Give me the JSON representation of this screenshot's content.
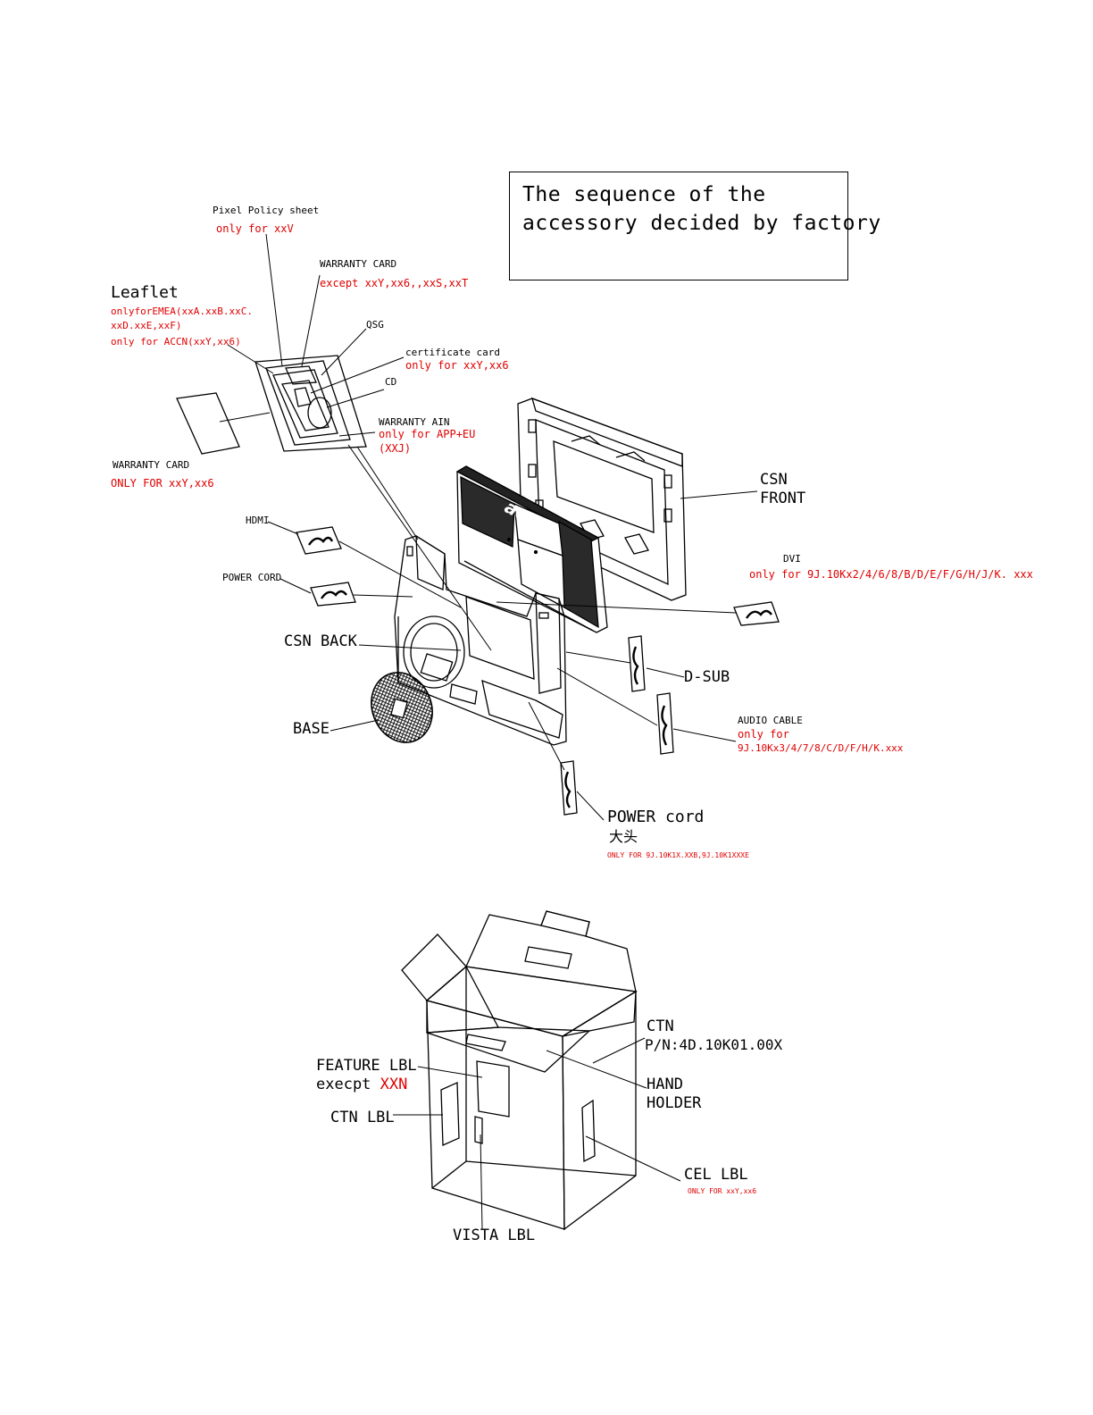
{
  "note": {
    "line1": "The sequence of the",
    "line2": "accessory decided by factory"
  },
  "labels": {
    "pixel_policy": "Pixel Policy sheet",
    "pixel_policy_note": "only for xxV",
    "warranty_card_top": "WARRANTY CARD",
    "warranty_card_top_note": "except xxY,xx6,,xxS,xxT",
    "leaflet": "Leaflet",
    "leaflet_note1": "onlyforEMEA(xxA.xxB.xxC.",
    "leaflet_note2": "xxD.xxE,xxF)",
    "leaflet_note3": "only for ACCN(xxY,xx6)",
    "qsg": "QSG",
    "certificate_card": "certificate card",
    "certificate_card_note": "only for xxY,xx6",
    "cd": "CD",
    "warranty_ain": "WARRANTY AIN",
    "warranty_ain_note1": "only for APP+EU",
    "warranty_ain_note2": "(XXJ)",
    "warranty_card_left": "WARRANTY CARD",
    "warranty_card_left_note": "ONLY FOR xxY,xx6",
    "csn_front1": "CSN",
    "csn_front2": "FRONT",
    "hdmi": "HDMI",
    "power_cord_upper": "POWER CORD",
    "dvi": "DVI",
    "dvi_note": "only for 9J.10Kx2/4/6/8/B/D/E/F/G/H/J/K. xxx",
    "csn_back": "CSN BACK",
    "d_sub": "D-SUB",
    "base": "BASE",
    "audio_cable": "AUDIO CABLE",
    "audio_cable_note1": "only for",
    "audio_cable_note2": "9J.10Kx3/4/7/8/C/D/F/H/K.xxx",
    "power_cord_lower": "POWER cord",
    "power_cord_lower_cn": "大头",
    "power_cord_lower_note": "ONLY FOR 9J.10K1X.XXB,9J.10K1XXXE",
    "ctn1": "CTN",
    "ctn2": "P/N:4D.10K01.00X",
    "feature_lbl": "FEATURE LBL",
    "feature_lbl_note_prefix": "execpt",
    "feature_lbl_note_red": "XXN",
    "hand_holder1": "HAND",
    "hand_holder2": "HOLDER",
    "ctn_lbl": "CTN LBL",
    "cel_lbl": "CEL LBL",
    "cel_lbl_note": "ONLY FOR xxY,xx6",
    "vista_lbl": "VISTA LBL",
    "monitor_logo": "acer"
  }
}
